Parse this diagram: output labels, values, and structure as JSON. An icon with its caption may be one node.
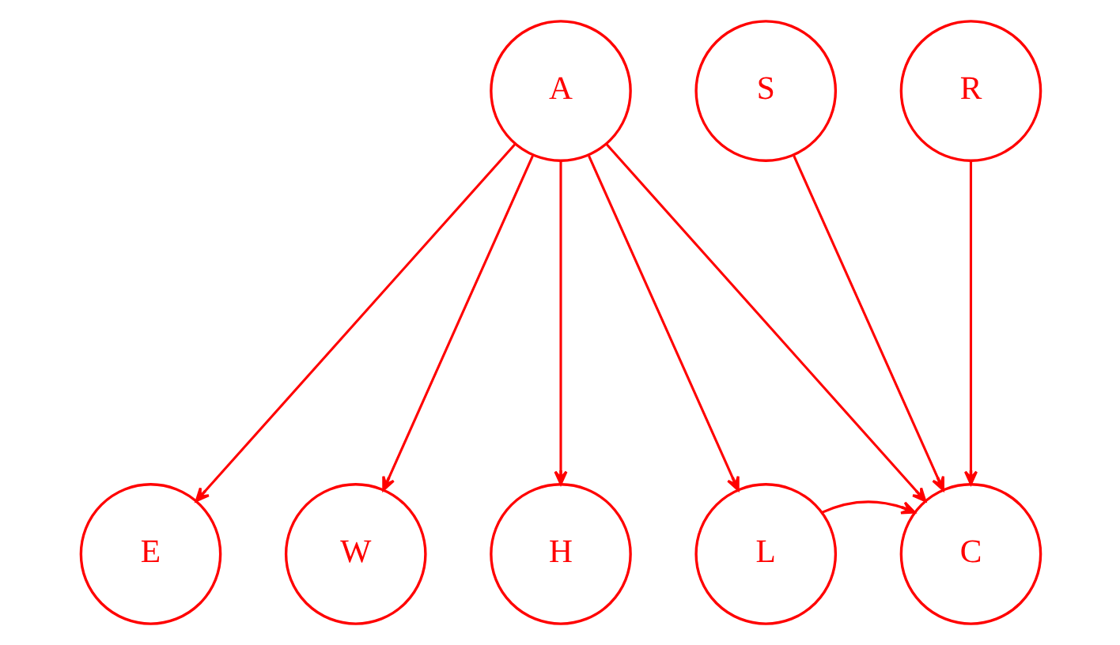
{
  "diagram": {
    "nodes": [
      {
        "text": [
          "A"
        ]
      },
      {
        "text": [
          "S"
        ]
      },
      {
        "text": [
          "R"
        ]
      },
      {
        "text": [
          "E"
        ]
      },
      {
        "text": [
          "W"
        ]
      },
      {
        "text": [
          "H"
        ]
      },
      {
        "text": [
          "L"
        ]
      },
      {
        "text": [
          "C"
        ]
      }
    ],
    "edges": [
      {
        "from": 0,
        "to": 3,
        "arrow": "to"
      },
      {
        "from": 0,
        "to": 4,
        "arrow": "to"
      },
      {
        "from": 0,
        "to": 5,
        "arrow": "to"
      },
      {
        "from": 0,
        "to": 6,
        "arrow": "to"
      },
      {
        "from": 0,
        "to": 7,
        "arrow": "to"
      },
      {
        "from": 1,
        "to": 7,
        "arrow": "to"
      },
      {
        "from": 2,
        "to": 7,
        "arrow": "to"
      },
      {
        "from": 6,
        "to": 7,
        "arrow": "to"
      }
    ]
  }
}
